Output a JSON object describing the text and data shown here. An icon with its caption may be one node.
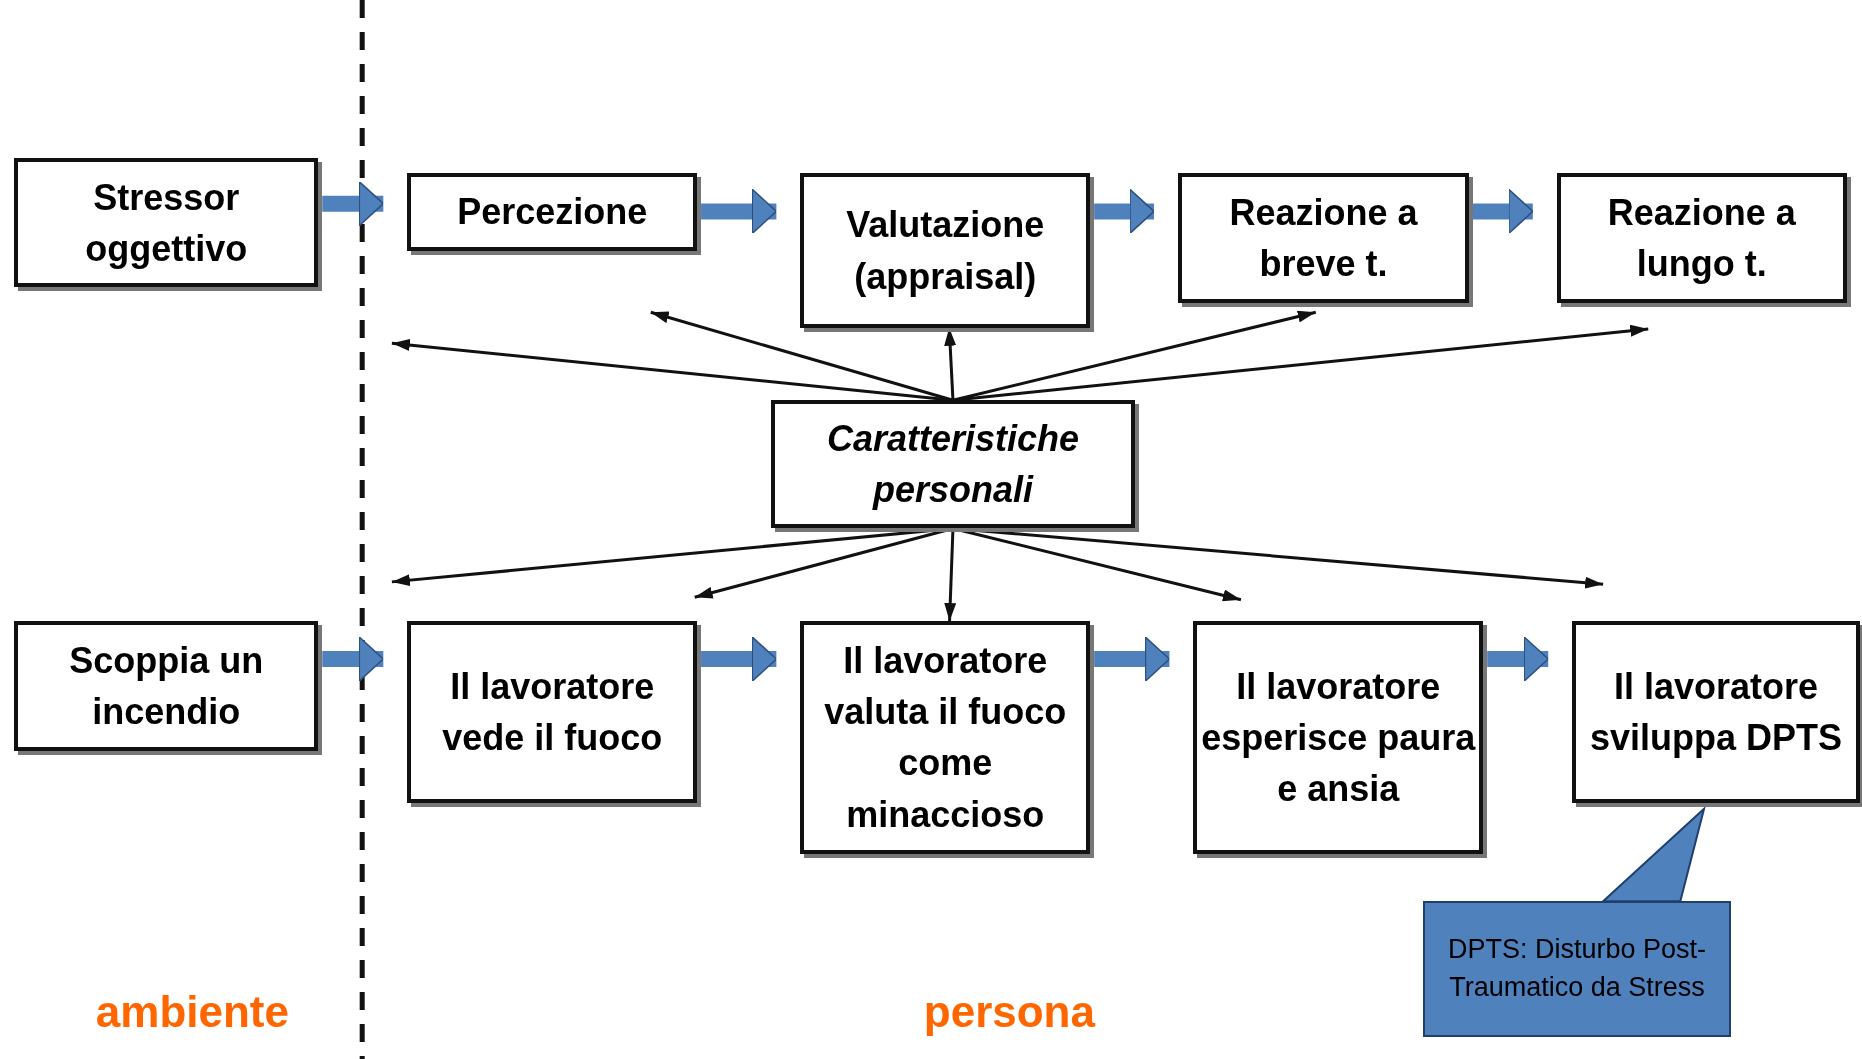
{
  "diagram": {
    "nodes": [
      {
        "text": [
          "Stressor oggettivo"
        ]
      },
      {
        "text": [
          "Percezione"
        ]
      },
      {
        "text": [
          "Valutazione (appraisal)"
        ]
      },
      {
        "text": [
          "Reazione a breve t."
        ]
      },
      {
        "text": [
          "Reazione a lungo t."
        ]
      },
      {
        "text": [
          "Caratteristiche personali"
        ]
      },
      {
        "text": [
          "Scoppia un incendio"
        ]
      },
      {
        "text": [
          "Il lavoratore vede il fuoco"
        ]
      },
      {
        "text": [
          "Il lavoratore valuta il fuoco come minaccioso"
        ]
      },
      {
        "text": [
          "Il lavoratore esperisce paura e ansia"
        ]
      },
      {
        "text": [
          "Il lavoratore sviluppa DPTS"
        ]
      },
      {
        "text": [
          "DPTS: Disturbo Post-Traumatico da Stress"
        ]
      }
    ],
    "edges": [
      {
        "from": 0,
        "to": 1,
        "arrow": "to",
        "style": "thick",
        "color": "#4f81bd"
      },
      {
        "from": 1,
        "to": 2,
        "arrow": "to",
        "style": "thick",
        "color": "#4f81bd"
      },
      {
        "from": 2,
        "to": 3,
        "arrow": "to",
        "style": "thick",
        "color": "#4f81bd"
      },
      {
        "from": 3,
        "to": 4,
        "arrow": "to",
        "style": "thick",
        "color": "#4f81bd"
      },
      {
        "from": 6,
        "to": 7,
        "arrow": "to",
        "style": "thick",
        "color": "#4f81bd"
      },
      {
        "from": 7,
        "to": 8,
        "arrow": "to",
        "style": "thick",
        "color": "#4f81bd"
      },
      {
        "from": 8,
        "to": 9,
        "arrow": "to",
        "style": "thick",
        "color": "#4f81bd"
      },
      {
        "from": 9,
        "to": 10,
        "arrow": "to",
        "style": "thick",
        "color": "#4f81bd"
      },
      {
        "from": 5,
        "to": null,
        "arrow": "to"
      },
      {
        "from": 5,
        "to": null,
        "arrow": "to"
      },
      {
        "from": 5,
        "to": 2,
        "arrow": "to"
      },
      {
        "from": 5,
        "to": 3,
        "arrow": "to"
      },
      {
        "from": 5,
        "to": 4,
        "arrow": "to"
      },
      {
        "from": 5,
        "to": 7,
        "arrow": "to"
      },
      {
        "from": 5,
        "to": 7,
        "arrow": "to"
      },
      {
        "from": 5,
        "to": 8,
        "arrow": "to"
      },
      {
        "from": 5,
        "to": 9,
        "arrow": "to"
      },
      {
        "from": 5,
        "to": 10,
        "arrow": "to"
      },
      {
        "from": 11,
        "to": 10,
        "arrow": "to"
      }
    ],
    "labels": [
      "ambiente",
      "persona"
    ]
  }
}
